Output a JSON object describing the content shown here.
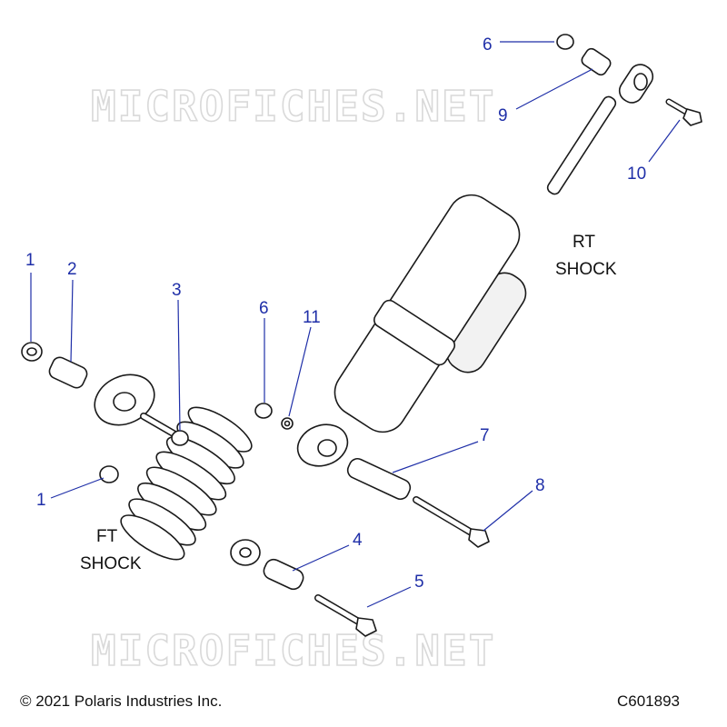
{
  "watermark": "MICROFICHES.NET",
  "labels": {
    "rt_line1": "RT",
    "rt_line2": "SHOCK",
    "ft_line1": "FT",
    "ft_line2": "SHOCK"
  },
  "callouts": [
    "6",
    "9",
    "10",
    "1",
    "2",
    "3",
    "6",
    "11",
    "7",
    "8",
    "1",
    "4",
    "5"
  ],
  "footer": {
    "copyright": "© 2021 Polaris Industries Inc.",
    "diagram_id": "C601893"
  },
  "colors": {
    "callout": "#1f2fa8",
    "line_art": "#1a1a1a",
    "watermark": "#d9d9d9"
  }
}
